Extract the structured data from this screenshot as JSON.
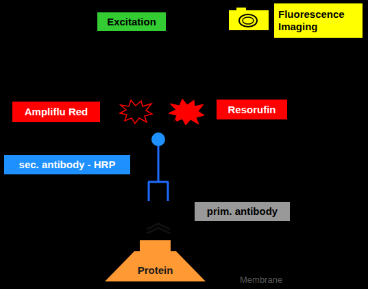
{
  "diagram": {
    "nodes": [
      {
        "text": [
          "Excitation"
        ]
      },
      {
        "text": [
          "Fluorescence Imaging"
        ]
      },
      {
        "text": [
          "Ampliflu Red"
        ]
      },
      {
        "text": [
          "Resorufin"
        ]
      },
      {
        "text": [
          "sec. antibody - HRP"
        ]
      },
      {
        "text": [
          "prim. antibody"
        ]
      },
      {
        "text": [
          "Protein"
        ]
      }
    ],
    "labels": [
      "Membrane"
    ]
  }
}
